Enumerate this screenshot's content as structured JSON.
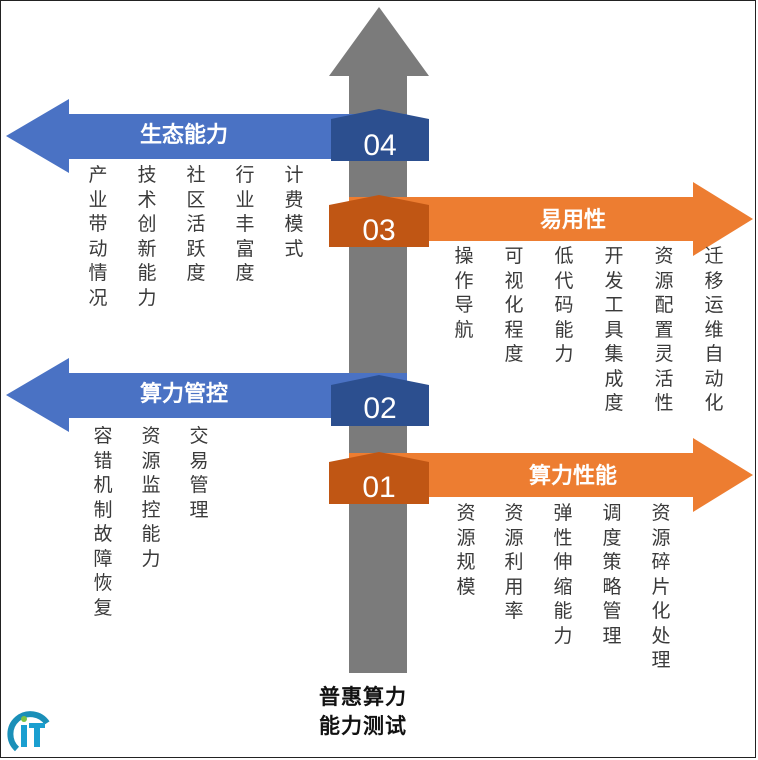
{
  "colors": {
    "trunk": "#7b7b7b",
    "blue": "#4a72c4",
    "blue_badge": "#2c4f8f",
    "orange": "#ed7d31",
    "orange_badge": "#c05614",
    "text": "#3a3a3a"
  },
  "central_title": {
    "line1": "普惠算力",
    "line2": "能力测试"
  },
  "branches": [
    {
      "number": "04",
      "title": "生态能力",
      "direction": "left",
      "color": "blue",
      "items": [
        "产业带动情况",
        "技术创新能力",
        "社区活跃度",
        "行业丰富度",
        "计费模式"
      ]
    },
    {
      "number": "03",
      "title": "易用性",
      "direction": "right",
      "color": "orange",
      "items": [
        "操作导航",
        "可视化程度",
        "低代码能力",
        "开发工具集成度",
        "资源配置灵活性",
        "迁移运维自动化"
      ]
    },
    {
      "number": "02",
      "title": "算力管控",
      "direction": "left",
      "color": "blue",
      "items": [
        "容错机制故障恢复",
        "资源监控能力",
        "交易管理"
      ]
    },
    {
      "number": "01",
      "title": "算力性能",
      "direction": "right",
      "color": "orange",
      "items": [
        "资源规模",
        "资源利用率",
        "弹性伸缩能力",
        "调度策略管理",
        "资源碎片化处理"
      ]
    }
  ],
  "logo": {
    "icon": "it-logo-icon",
    "text": "iT"
  }
}
